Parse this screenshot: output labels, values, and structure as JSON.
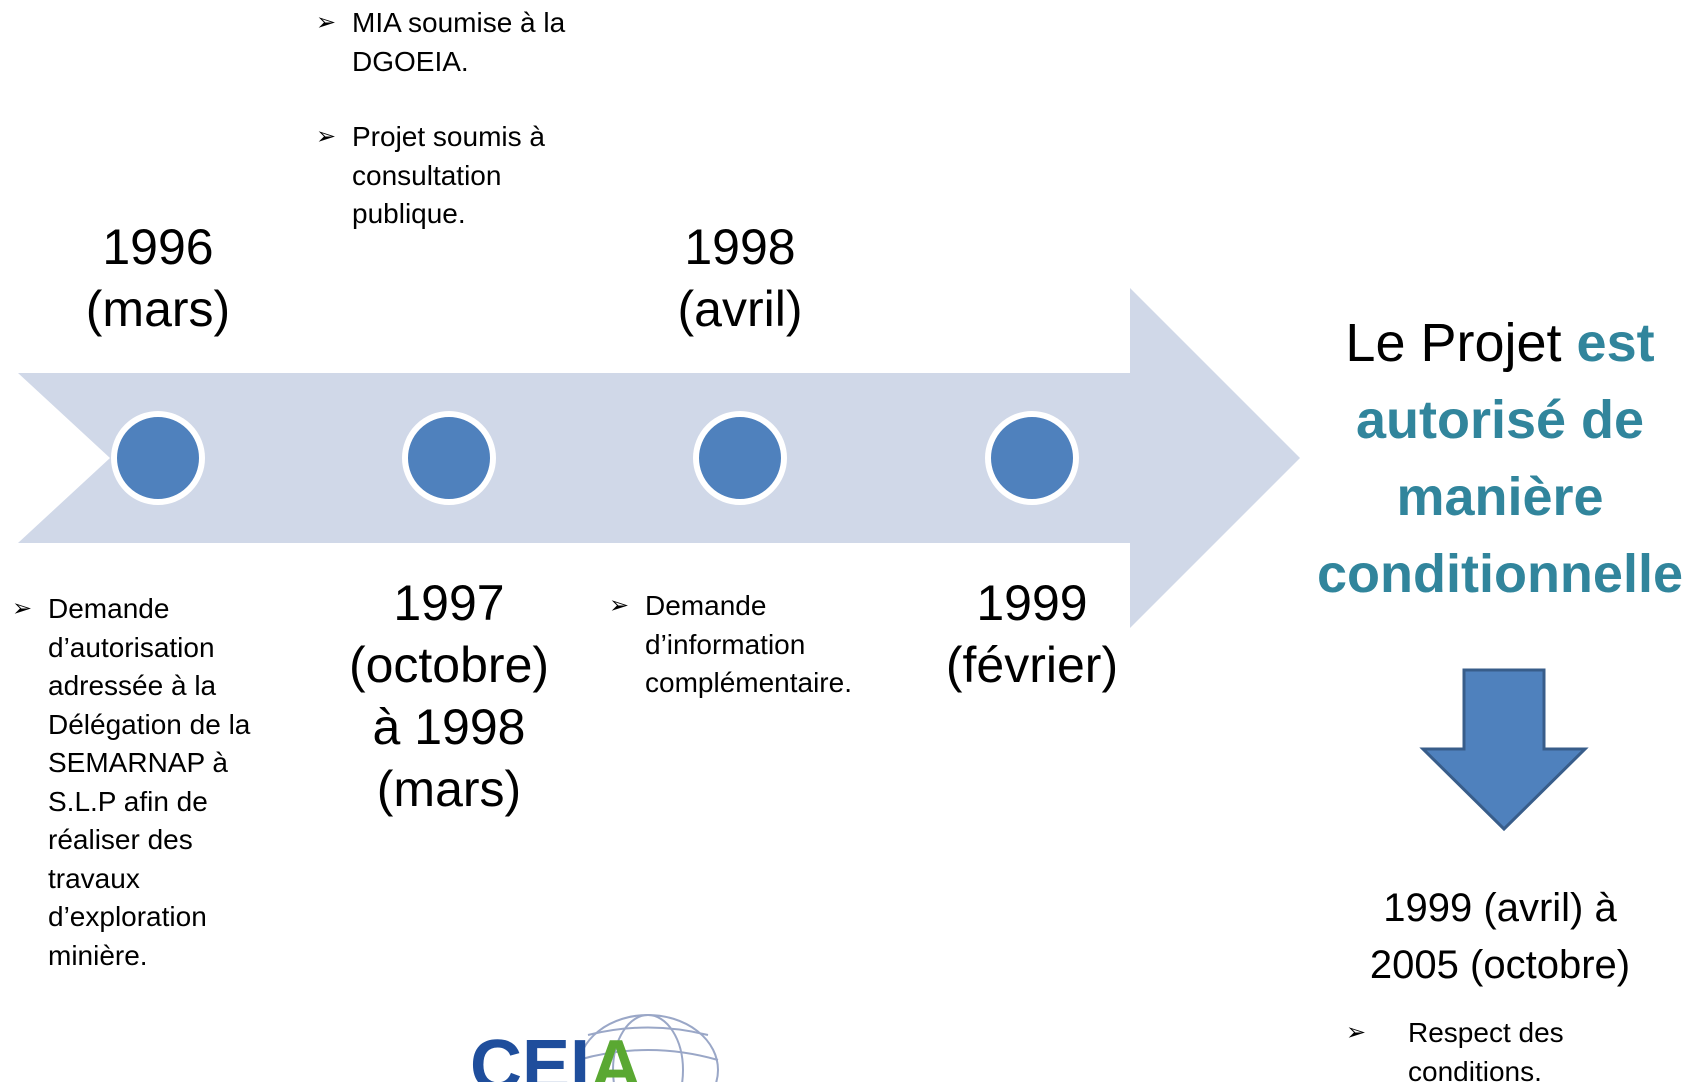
{
  "timeline": {
    "arrow_color": "#d0d8e8",
    "marker_color": "#4f81bd",
    "events_top": [
      {
        "year": "1996\n(mars)"
      },
      {
        "year": "1998\n(avril)"
      }
    ],
    "events_bottom": [
      {
        "year": "1997\n(octobre)\nà 1998\n(mars)"
      },
      {
        "year": "1999\n(février)"
      }
    ],
    "notes": {
      "top_1997": [
        {
          "text": "MIA soumise à la\nDGOEIA."
        },
        {
          "text": "Projet soumis à\nconsultation\npublique."
        }
      ],
      "bottom_1996": [
        {
          "text": "Demande\nd’autorisation\nadressée à la\nDélégation de la\nSEMARNAP à\nS.L.P afin de\nréaliser des\ntravaux\nd’exploration\nminière."
        }
      ],
      "bottom_1998": [
        {
          "text": "Demande\nd’information\ncomplémentaire."
        }
      ]
    },
    "bullet_glyph": "➢"
  },
  "outcome": {
    "prefix": "Le Projet ",
    "highlight": "est autorisé de manière conditionnelle",
    "highlight_color": "#31859c"
  },
  "down_arrow": {
    "color": "#4f81bd",
    "border": "#385d8a"
  },
  "final": {
    "period": "1999 (avril) à\n2005 (octobre)",
    "bullets": [
      {
        "text": "Respect des\nconditions."
      }
    ]
  },
  "logo": {
    "text": "CEIA",
    "color_c": "#1f4e9c",
    "color_a": "#5aa832"
  }
}
